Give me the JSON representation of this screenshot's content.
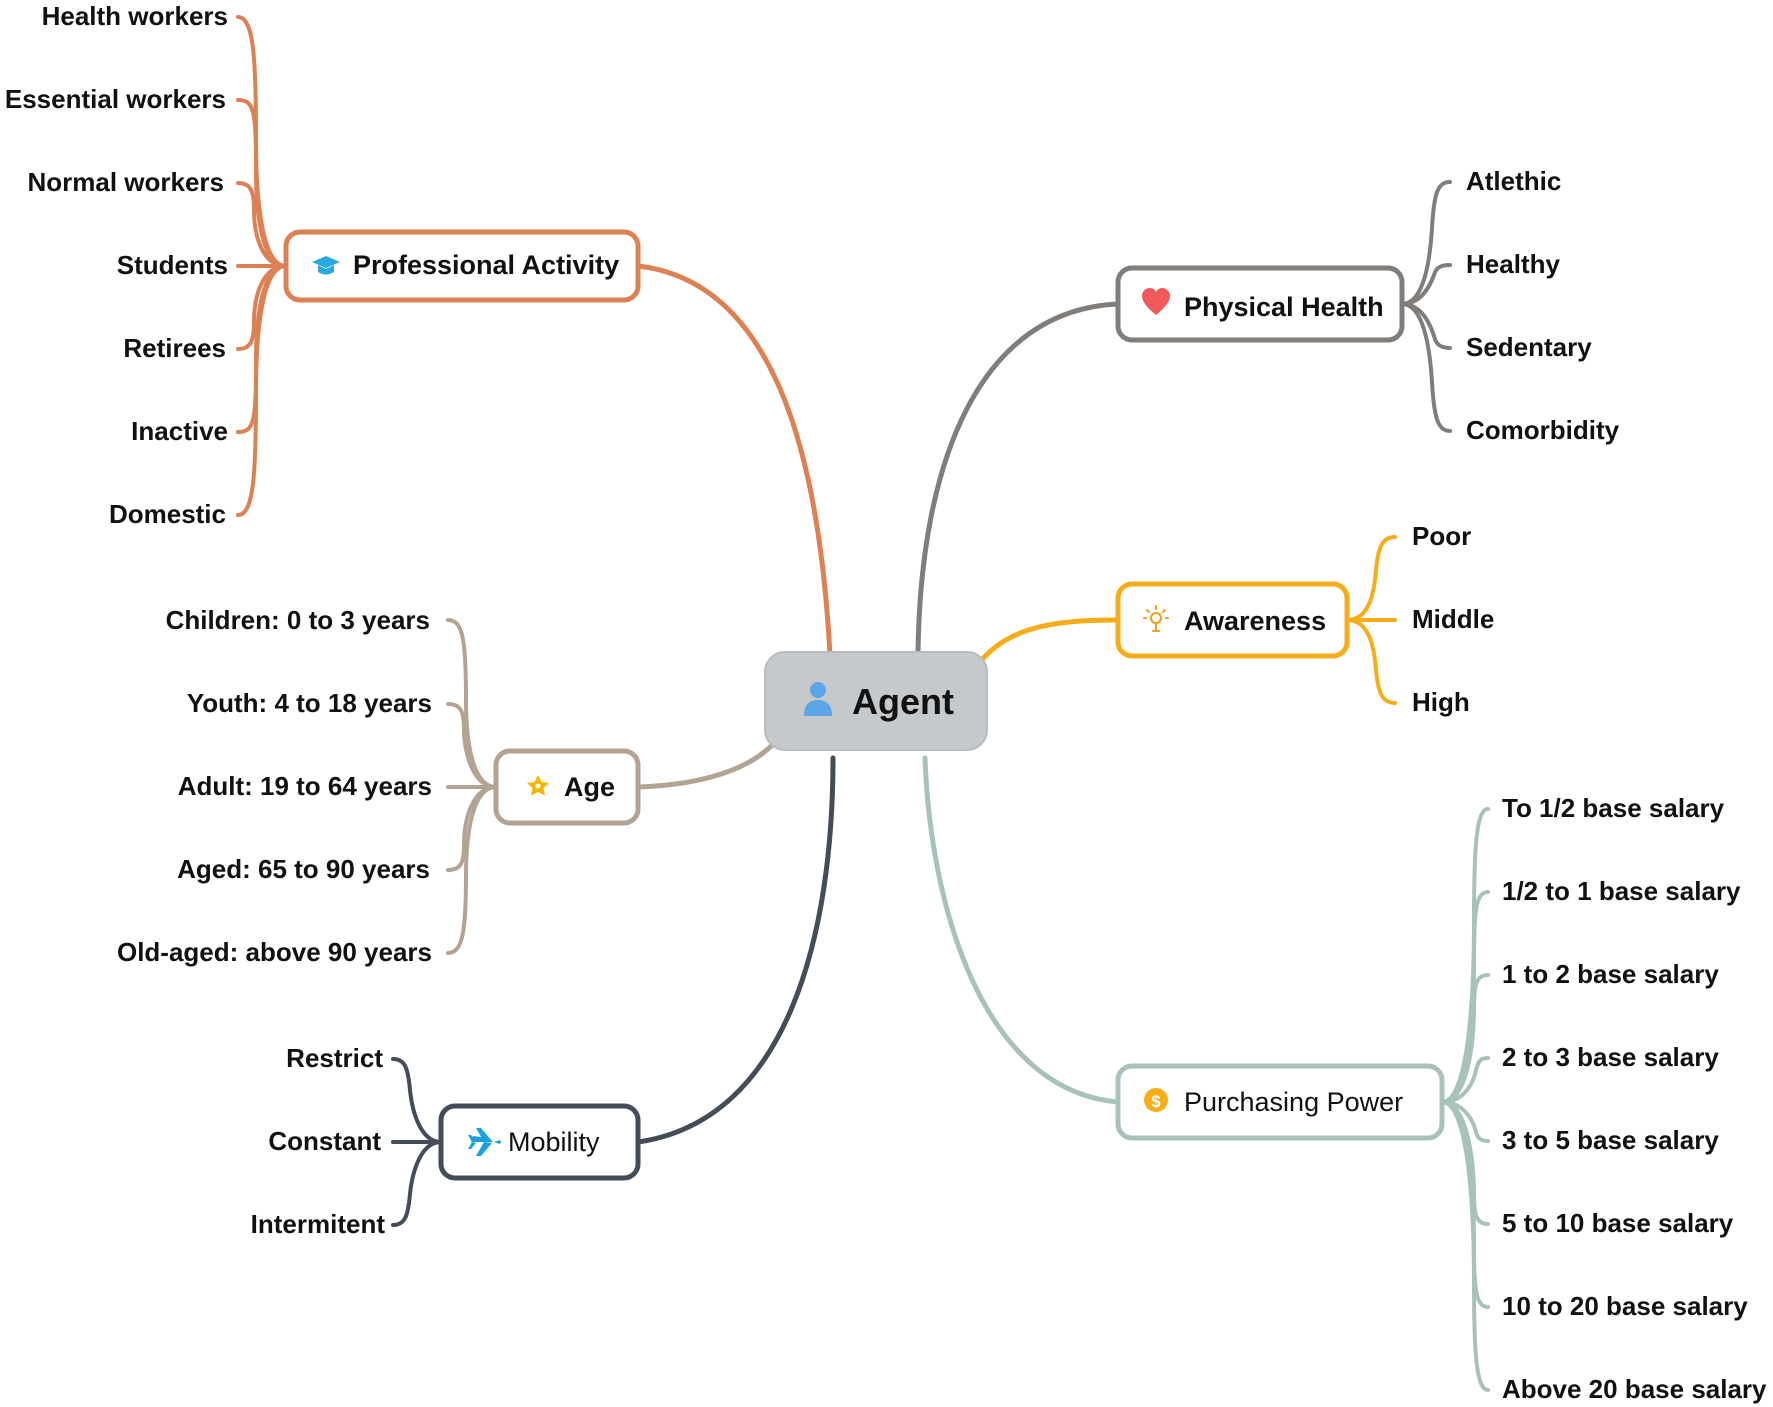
{
  "center": {
    "label": "Agent",
    "icon": "person-icon",
    "color": "#c5c9cc"
  },
  "branches": {
    "professional": {
      "label": "Professional Activity",
      "icon": "graduation-cap-icon",
      "color": "#dd8155",
      "items": [
        "Health workers",
        "Essential workers",
        "Normal workers",
        "Students",
        "Retirees",
        "Inactive",
        "Domestic"
      ]
    },
    "age": {
      "label": "Age",
      "icon": "star-icon",
      "color": "#b3a392",
      "items": [
        "Children: 0 to 3 years",
        "Youth: 4 to 18 years",
        "Adult: 19 to 64 years",
        "Aged: 65 to 90 years",
        "Old-aged:  above 90 years"
      ]
    },
    "mobility": {
      "label": "Mobility",
      "icon": "airplane-icon",
      "color": "#444c58",
      "items": [
        "Restrict",
        "Constant",
        "Intermitent"
      ]
    },
    "physical": {
      "label": "Physical Health",
      "icon": "heart-icon",
      "color": "#807d7a",
      "items": [
        "Atlethic",
        "Healthy",
        "Sedentary",
        "Comorbidity"
      ]
    },
    "awareness": {
      "label": "Awareness",
      "icon": "lightbulb-icon",
      "color": "#f7ad19",
      "items": [
        "Poor",
        "Middle",
        "High"
      ]
    },
    "purchasing": {
      "label": "Purchasing Power",
      "icon": "dollar-coin-icon",
      "color": "#a8c2b8",
      "items": [
        "To 1/2 base salary",
        "1/2 to 1 base salary",
        "1 to 2 base salary",
        "2 to 3 base salary",
        "3 to 5 base salary",
        "5 to 10 base salary",
        "10 to 20 base salary",
        "Above 20 base salary"
      ]
    }
  }
}
